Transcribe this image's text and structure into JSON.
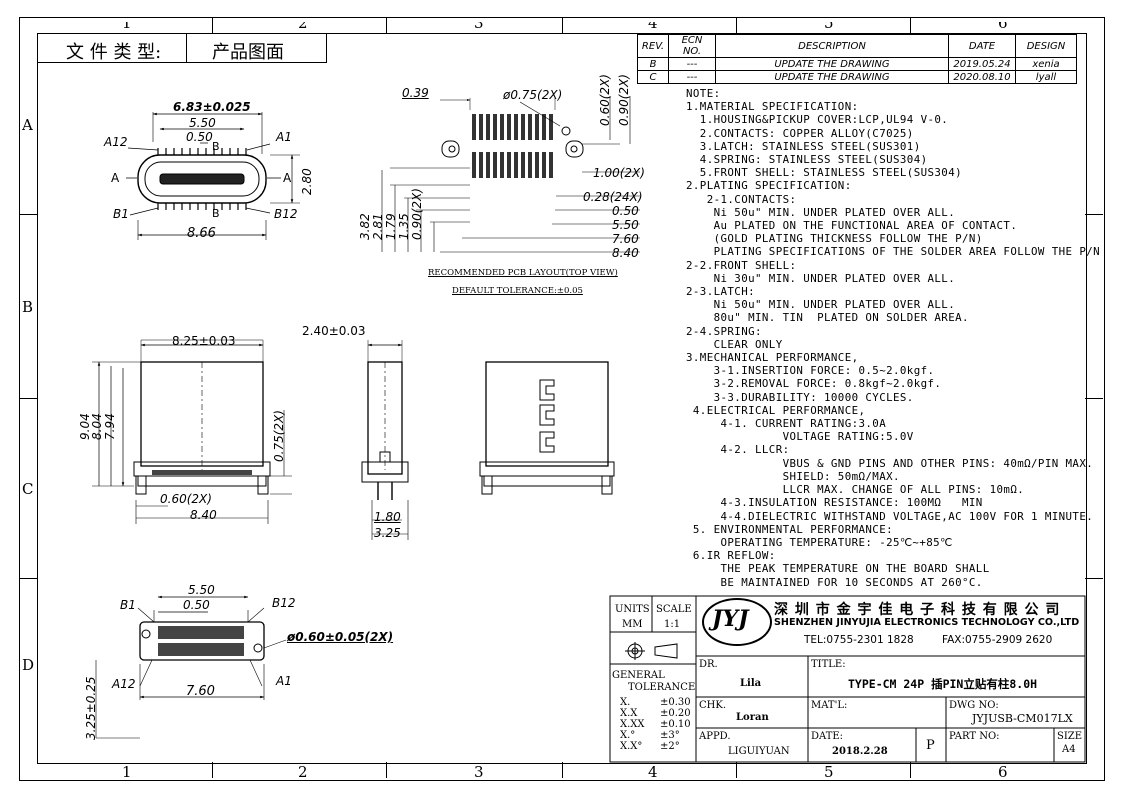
{
  "header": {
    "doc_type_label": "文 件 类 型:",
    "doc_type_value": "产品图面"
  },
  "grid": {
    "cols": [
      "1",
      "2",
      "3",
      "4",
      "5",
      "6"
    ],
    "rows": [
      "A",
      "B",
      "C",
      "D"
    ]
  },
  "revision": {
    "headers": [
      "REV.",
      "ECN NO.",
      "DESCRIPTION",
      "DATE",
      "DESIGN"
    ],
    "rows": [
      [
        "B",
        "---",
        "UPDATE THE DRAWING",
        "2019.05.24",
        "xenia"
      ],
      [
        "C",
        "---",
        "UPDATE THE DRAWING",
        "2020.08.10",
        "lyall"
      ]
    ]
  },
  "top_view": {
    "w_total": "6.83±0.025",
    "w_inner": "5.50",
    "pitch": "0.50",
    "h": "2.80",
    "w_body": "8.66",
    "a12": "A12",
    "a1": "A1",
    "b1": "B1",
    "b12": "B12",
    "a": "A",
    "b": "B"
  },
  "pcb": {
    "d039": "0.39",
    "d075": "ø0.75(2X)",
    "d060": "0.60(2X)",
    "d090": "0.90(2X)",
    "d100": "1.00(2X)",
    "d028": "0.28(24X)",
    "d050": "0.50",
    "d550": "5.50",
    "d760": "7.60",
    "d840": "8.40",
    "v382": "3.82",
    "v281": "2.81",
    "v179": "1.79",
    "v135": "1.35",
    "v090": "0.90(2X)",
    "caption1": "RECOMMENDED PCB LAYOUT(TOP VIEW)",
    "caption2": "DEFAULT TOLERANCE:±0.05"
  },
  "front": {
    "w": "8.25±0.03",
    "h1": "9.04",
    "h2": "8.04",
    "h3": "7.94",
    "leg": "0.75(2X)",
    "pin": "0.60(2X)",
    "w2": "8.40"
  },
  "side": {
    "t": "2.40±0.03",
    "d1": "1.80",
    "d2": "3.25"
  },
  "bottom": {
    "w1": "5.50",
    "w2": "0.50",
    "w3": "7.60",
    "h": "3.25±0.25",
    "hole": "ø0.60±0.05(2X)",
    "b1": "B1",
    "b12": "B12",
    "a12": "A12",
    "a1": "A1"
  },
  "notes": [
    "NOTE:",
    "1.MATERIAL SPECIFICATION:",
    "  1.HOUSING&PICKUP COVER:LCP,UL94 V-0.",
    "  2.CONTACTS: COPPER ALLOY(C7025)",
    "  3.LATCH: STAINLESS STEEL(SUS301)",
    "  4.SPRING: STAINLESS STEEL(SUS304)",
    "  5.FRONT SHELL: STAINLESS STEEL(SUS304)",
    "2.PLATING SPECIFICATION:",
    "   2-1.CONTACTS:",
    "    Ni 50u\" MIN. UNDER PLATED OVER ALL.",
    "    Au PLATED ON THE FUNCTIONAL AREA OF CONTACT.",
    "    (GOLD PLATING THICKNESS FOLLOW THE P/N)",
    "    PLATING SPECIFICATIONS OF THE SOLDER AREA FOLLOW THE P/N",
    "2-2.FRONT SHELL:",
    "    Ni 30u\" MIN. UNDER PLATED OVER ALL.",
    "2-3.LATCH:",
    "    Ni 50u\" MIN. UNDER PLATED OVER ALL.",
    "    80u\" MIN. TIN  PLATED ON SOLDER AREA.",
    "2-4.SPRING:",
    "    CLEAR ONLY",
    "3.MECHANICAL PERFORMANCE,",
    "    3-1.INSERTION FORCE: 0.5~2.0kgf.",
    "    3-2.REMOVAL FORCE: 0.8kgf~2.0kgf.",
    "    3-3.DURABILITY: 10000 CYCLES.",
    " 4.ELECTRICAL PERFORMANCE,",
    "     4-1. CURRENT RATING:3.0A",
    "              VOLTAGE RATING:5.0V",
    "     4-2. LLCR:",
    "              VBUS & GND PINS AND OTHER PINS: 40mΩ/PIN MAX.",
    "              SHIELD: 50mΩ/MAX.",
    "              LLCR MAX. CHANGE OF ALL PINS: 10mΩ.",
    "     4-3.INSULATION RESISTANCE: 100MΩ   MIN",
    "     4-4.DIELECTRIC WITHSTAND VOLTAGE,AC 100V FOR 1 MINUTE.",
    " 5. ENVIRONMENTAL PERFORMANCE:",
    "     OPERATING TEMPERATURE: -25℃~+85℃",
    " 6.IR REFLOW:",
    "     THE PEAK TEMPERATURE ON THE BOARD SHALL",
    "     BE MAINTAINED FOR 10 SECONDS AT 260°C."
  ],
  "title_block": {
    "units_label": "UNITS",
    "units_value": "MM",
    "scale_label": "SCALE",
    "scale_value": "1:1",
    "company_cn": "深 圳 市 金 宇 佳 电 子 科 技 有 限 公 司",
    "company_en": "SHENZHEN JINYUJIA ELECTRONICS TECHNOLOGY CO.,LTD",
    "tel": "TEL:0755-2301 1828",
    "fax": "FAX:0755-2909 2620",
    "logo": "JYJ",
    "tol_title1": "GENERAL",
    "tol_title2": "TOLERANCE",
    "tol": [
      [
        "X.",
        "±0.30"
      ],
      [
        "X.X",
        "±0.20"
      ],
      [
        "X.XX",
        "±0.10"
      ],
      [
        "X.°",
        "±3°"
      ],
      [
        "X.X°",
        "±2°"
      ]
    ],
    "dr_label": "DR.",
    "dr_value": "Lila",
    "chk_label": "CHK.",
    "chk_value": "Loran",
    "appd_label": "APPD.",
    "appd_value": "LIGUIYUAN",
    "title_label": "TITLE:",
    "title_value": "TYPE-CM 24P 插PIN立贴有柱8.0H",
    "mat_label": "MAT'L:",
    "dwg_label": "DWG NO:",
    "dwg_value": "JYJUSB-CM017LX",
    "date_label": "DATE:",
    "date_value": "2018.2.28",
    "p": "P",
    "part_label": "PART NO:",
    "size_label": "SIZE",
    "size_value": "A4"
  }
}
